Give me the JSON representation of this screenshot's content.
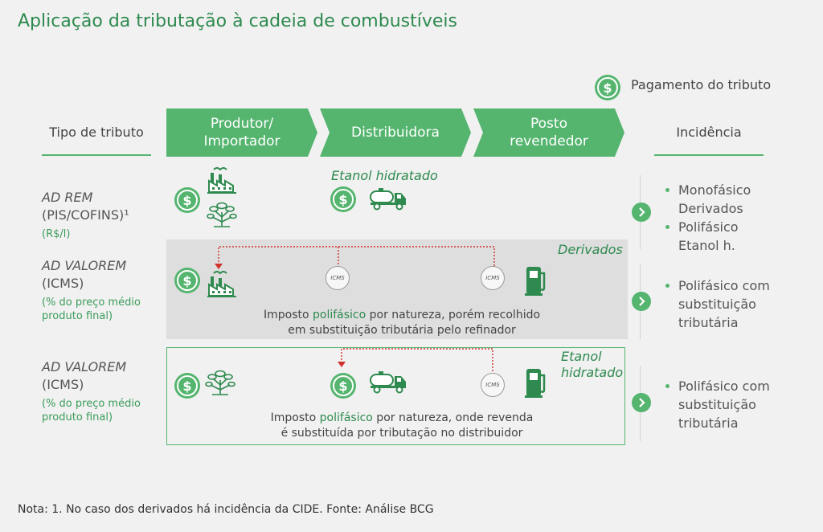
{
  "title": "Aplicação da tributação à cadeia de combustíveis",
  "legend": {
    "label": "Pagamento do tributo",
    "icon": "dollar-coin-icon"
  },
  "headers": {
    "tipo": "Tipo de tributo",
    "stages": [
      {
        "line1": "Produtor/",
        "line2": "Importador"
      },
      {
        "line1": "Distribuidora",
        "line2": ""
      },
      {
        "line1": "Posto",
        "line2": "revendedor"
      }
    ],
    "incidencia": "Incidência"
  },
  "rows": [
    {
      "title": "AD REM",
      "sub": "(PIS/COFINS)¹",
      "unit1": "(R$/l)",
      "unit2": "",
      "product_label": "Etanol hidratado",
      "bullets": [
        {
          "line1": "Monofásico",
          "line2": "Derivados"
        },
        {
          "line1": "Polifásico",
          "line2": "Etanol h."
        }
      ]
    },
    {
      "title": "AD VALOREM",
      "sub": "(ICMS)",
      "unit1": "(% do preço médio",
      "unit2": "produto final)",
      "product_label": "Derivados",
      "desc_pre": "Imposto ",
      "desc_hl": "polifásico",
      "desc_post": " por natureza, porém recolhido",
      "desc_line2": "em substituição tributária pelo refinador",
      "icms": "ICMS",
      "bullets": [
        {
          "line1": "Polifásico com",
          "line2": "substituição",
          "line3": "tributária"
        }
      ]
    },
    {
      "title": "AD VALOREM",
      "sub": "(ICMS)",
      "unit1": "(% do preço médio",
      "unit2": "produto final)",
      "product_label1": "Etanol",
      "product_label2": "hidratado",
      "desc_pre": "Imposto ",
      "desc_hl": "polifásico",
      "desc_post": " por natureza, onde revenda",
      "desc_line2": "é substituída por tributação no distribuidor",
      "icms": "ICMS",
      "bullets": [
        {
          "line1": "Polifásico com",
          "line2": "substituição",
          "line3": "tributária"
        }
      ]
    }
  ],
  "note": "Nota: 1. No caso dos derivados há incidência da CIDE. Fonte: Análise BCG",
  "colors": {
    "green": "#55b56f",
    "dark_green": "#2e8a4f",
    "red_dashed": "#d0312d"
  }
}
